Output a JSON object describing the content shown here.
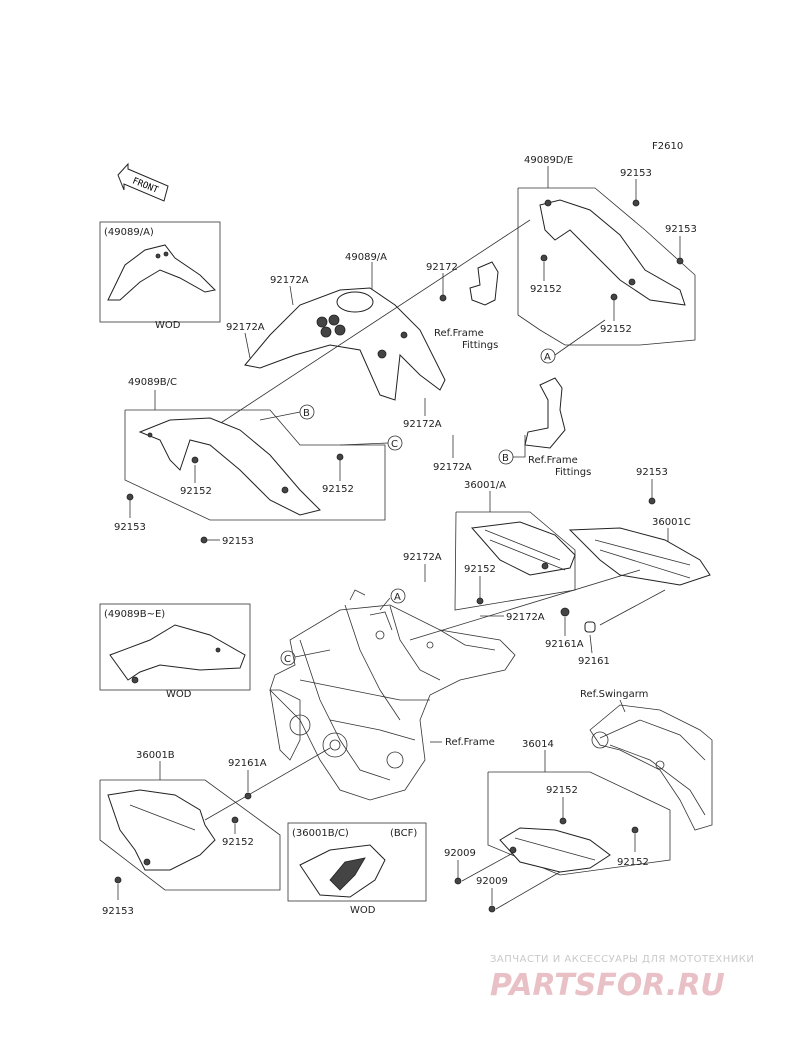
{
  "figure_code": "F2610",
  "front_label": "FRONT",
  "labels": {
    "p49089DE": "49089D/E",
    "p92153_a": "92153",
    "p92153_b": "92153",
    "p92152_a": "92152",
    "p92152_b": "92152",
    "inset_49089A": "(49089/A)",
    "wod_1": "WOD",
    "p49089A": "49089/A",
    "p92172": "92172",
    "p92172A_a": "92172A",
    "p92172A_b": "92172A",
    "ref_frame_fittings_1a": "Ref.Frame",
    "ref_frame_fittings_1b": "Fittings",
    "circ_A1": "A",
    "p49089BC": "49089B/C",
    "circ_B1": "B",
    "circ_C1": "C",
    "p92172A_c": "92172A",
    "p92172A_d": "92172A",
    "p92152_c": "92152",
    "p92152_d": "92152",
    "p92153_c": "92153",
    "p92153_d": "92153",
    "circ_B2": "B",
    "ref_frame_fittings_2a": "Ref.Frame",
    "ref_frame_fittings_2b": "Fittings",
    "p36001A": "36001/A",
    "p92153_e": "92153",
    "p36001C": "36001C",
    "p92172A_e": "92172A",
    "p92152_e": "92152",
    "p92172A_f": "92172A",
    "p92161A_a": "92161A",
    "p92161": "92161",
    "inset_49089BE": "(49089B~E)",
    "wod_2": "WOD",
    "circ_A2": "A",
    "circ_C2": "C",
    "ref_swingarm": "Ref.Swingarm",
    "ref_frame": "Ref.Frame",
    "p36001B": "36001B",
    "p92161A_b": "92161A",
    "p92152_f": "92152",
    "p92153_f": "92153",
    "p36014": "36014",
    "p92152_g": "92152",
    "p92152_h": "92152",
    "p92009_a": "92009",
    "p92009_b": "92009",
    "inset_36001BC": "(36001B/C)",
    "inset_BCF": "(BCF)",
    "wod_3": "WOD"
  },
  "watermark": {
    "subtitle": "ЗАПЧАСТИ И АКСЕССУАРЫ ДЛЯ МОТОТЕХНИКИ",
    "logo": "PARTSFOR.RU",
    "color": "#e8c0c6"
  }
}
